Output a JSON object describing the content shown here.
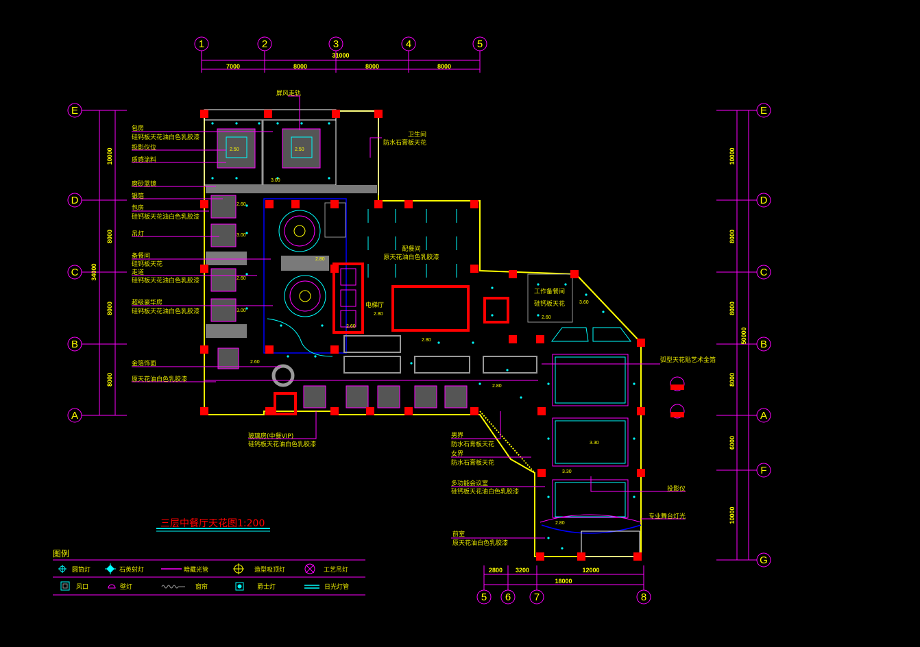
{
  "title": "三层中餐厅天花图1:200",
  "axes": {
    "top": {
      "bubbles": [
        "1",
        "2",
        "3",
        "4",
        "5"
      ],
      "total": "31000",
      "segments": [
        "7000",
        "8000",
        "8000",
        "8000"
      ]
    },
    "left": {
      "bubbles": [
        "E",
        "D",
        "C",
        "B",
        "A"
      ],
      "total": "34000",
      "segments": [
        "10000",
        "8000",
        "8000",
        "8000"
      ]
    },
    "right": {
      "bubbles": [
        "E",
        "D",
        "C",
        "B",
        "A",
        "F",
        "G"
      ],
      "total": "50000",
      "segments": [
        "10000",
        "8000",
        "8000",
        "8000",
        "6000",
        "10000"
      ]
    },
    "bottom": {
      "bubbles": [
        "5",
        "6",
        "7",
        "8"
      ],
      "total": "18000",
      "segments": [
        "2800",
        "3200",
        "12000"
      ]
    }
  },
  "annotations_left": [
    "包房",
    "硅钙板天花油白色乳胶漆",
    "投影仪位",
    "质感涂料",
    "磨砂蓝镜",
    "银箔",
    "包房",
    "硅钙板天花油白色乳胶漆",
    "吊灯",
    "备餐间",
    "硅钙板天花",
    "走道",
    "硅钙板天花油白色乳胶漆",
    "超级豪华房",
    "硅钙板天花油白色乳胶漆",
    "金箔饰面",
    "原天花油白色乳胶漆"
  ],
  "annotations": {
    "screen_track": "屏风走轨",
    "toilet": "卫生间",
    "toilet_ceiling": "防水石膏板天花",
    "pantry": "配餐间",
    "pantry_ceiling": "原天花油白色乳胶漆",
    "elevator_hall": "电梯厅",
    "work_pantry": "工作备餐间",
    "work_pantry_ceiling": "硅钙板天花",
    "arc_ceiling": "弧型天花贴艺术金箔",
    "glass_room": "玻璃房(中餐VIP)",
    "glass_room_ceiling": "硅钙板天花油白色乳胶漆",
    "mens": "男界",
    "mens_ceiling": "防水石膏板天花",
    "womens": "女界",
    "womens_ceiling": "防水石膏板天花",
    "meeting": "多功能会议室",
    "meeting_ceiling": "硅钙板天花油白色乳胶漆",
    "projector": "投影仪",
    "stage_light": "专业舞台灯光",
    "anteroom": "前室",
    "anteroom_ceiling": "原天花油白色乳胶漆"
  },
  "ceiling_heights": [
    "2.50",
    "2.50",
    "3.00",
    "2.60",
    "3.00",
    "2.60",
    "3.00",
    "2.60",
    "2.80",
    "2.80",
    "2.60",
    "2.80",
    "2.80",
    "2.60",
    "3.60",
    "3.30",
    "3.30",
    "2.80"
  ],
  "legend": {
    "title": "图例",
    "items": [
      {
        "icon": "downlight-icon",
        "label": "圆筒灯"
      },
      {
        "icon": "quartz-spotlight-icon",
        "label": "石英射灯"
      },
      {
        "icon": "hidden-light-tube-icon",
        "label": "暗藏光管"
      },
      {
        "icon": "ceiling-lamp-icon",
        "label": "造型吸顶灯"
      },
      {
        "icon": "chandelier-icon",
        "label": "工艺吊灯"
      },
      {
        "icon": "air-vent-icon",
        "label": "风口"
      },
      {
        "icon": "wall-lamp-icon",
        "label": "壁灯"
      },
      {
        "icon": "curtain-icon",
        "label": "窗帘"
      },
      {
        "icon": "jazz-light-icon",
        "label": "爵士灯"
      },
      {
        "icon": "fluorescent-tube-icon",
        "label": "日光灯管"
      }
    ]
  },
  "colors": {
    "background": "#000000",
    "grid": "#ff00ff",
    "text": "#ffff00",
    "column": "#ff0000",
    "light": "#00ffff"
  }
}
